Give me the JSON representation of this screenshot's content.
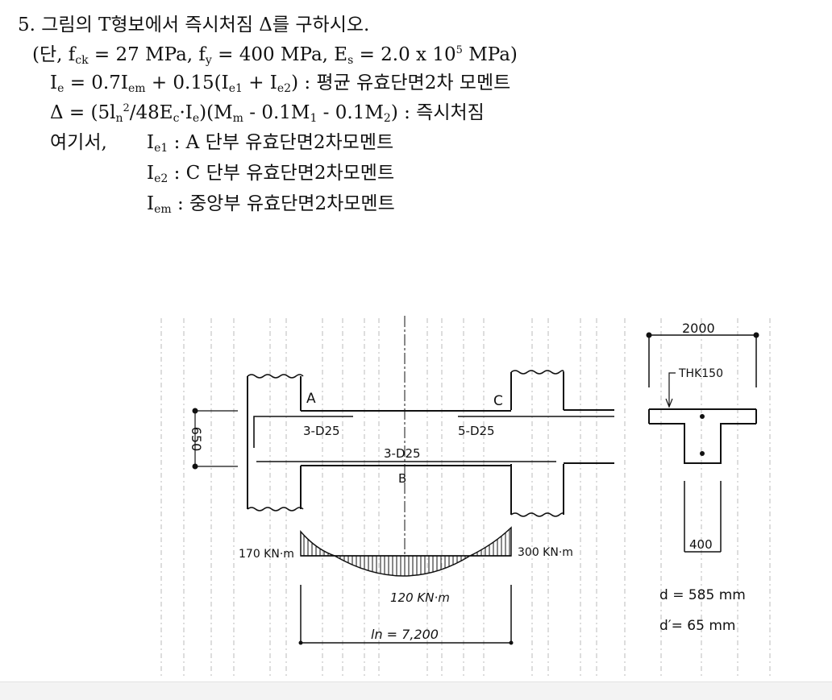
{
  "problem": {
    "number_title": "5. 그림의 T형보에서 즉시처짐 Δ를 구하시오.",
    "conditions": [
      {
        "t": "(단, f"
      },
      {
        "t": "ck",
        "s": "sub"
      },
      {
        "t": " = 27 MPa, f"
      },
      {
        "t": "y",
        "s": "sub"
      },
      {
        "t": " = 400 MPa, E"
      },
      {
        "t": "s",
        "s": "sub"
      },
      {
        "t": " = 2.0 x 10"
      },
      {
        "t": "5",
        "s": "sup"
      },
      {
        "t": " MPa)"
      }
    ],
    "ie_formula": [
      {
        "t": "I"
      },
      {
        "t": "e",
        "s": "sub"
      },
      {
        "t": " = 0.7I"
      },
      {
        "t": "em",
        "s": "sub"
      },
      {
        "t": " + 0.15(I"
      },
      {
        "t": "e1",
        "s": "sub"
      },
      {
        "t": " + I"
      },
      {
        "t": "e2",
        "s": "sub"
      },
      {
        "t": ") : 평균 유효단면2차 모멘트"
      }
    ],
    "delta_formula": [
      {
        "t": "Δ = (5l"
      },
      {
        "t": "n",
        "s": "sub"
      },
      {
        "t": "2",
        "s": "sup"
      },
      {
        "t": "/48E"
      },
      {
        "t": "c",
        "s": "sub"
      },
      {
        "t": "·I"
      },
      {
        "t": "e",
        "s": "sub"
      },
      {
        "t": ")(M"
      },
      {
        "t": "m",
        "s": "sub"
      },
      {
        "t": " - 0.1M"
      },
      {
        "t": "1",
        "s": "sub"
      },
      {
        "t": " - 0.1M"
      },
      {
        "t": "2",
        "s": "sub"
      },
      {
        "t": ") : 즉시처짐"
      }
    ],
    "where_label": "여기서,",
    "definitions": [
      [
        {
          "t": "I"
        },
        {
          "t": "e1",
          "s": "sub"
        },
        {
          "t": " : A 단부 유효단면2차모멘트"
        }
      ],
      [
        {
          "t": "I"
        },
        {
          "t": "e2",
          "s": "sub"
        },
        {
          "t": " : C 단부 유효단면2차모멘트"
        }
      ],
      [
        {
          "t": "I"
        },
        {
          "t": "em",
          "s": "sub"
        },
        {
          "t": " : 중앙부 유효단면2차모멘트"
        }
      ]
    ]
  },
  "figure": {
    "label_a": "A",
    "label_b": "B",
    "label_c": "C",
    "top_rebar_left": "3-D25",
    "top_rebar_right": "5-D25",
    "bottom_rebar": "3-D25",
    "depth_dim": "650",
    "moment_left": "170 KN·m",
    "moment_right": "300 KN·m",
    "moment_mid": "120 KN·m",
    "span": "ln = 7,200",
    "flange_width": "2000",
    "flange_thickness": "THK150",
    "web_width": "400",
    "d_value": "d = 585  mm",
    "d_prime_value": "d′=  65  mm"
  }
}
